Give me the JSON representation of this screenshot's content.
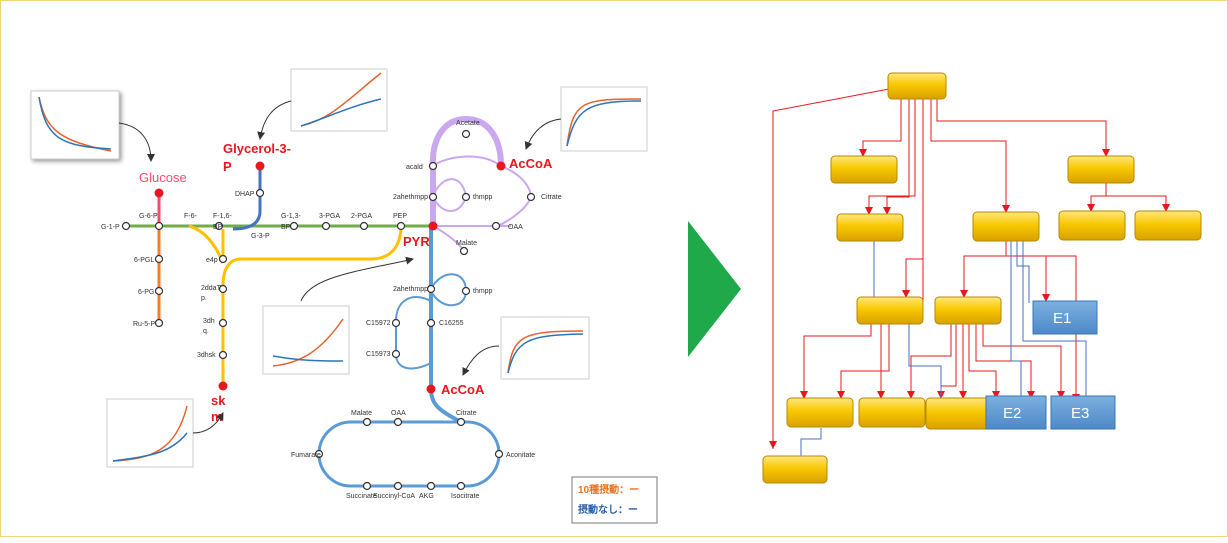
{
  "pathway": {
    "glucose": "Glucose",
    "glycerol_line1": "Glycerol-3-",
    "glycerol_line2": "P",
    "pyr": "PYR",
    "accoa_top": "AcCoA",
    "accoa_bottom": "AcCoA",
    "skm_line1": "sk",
    "skm_line2": "m",
    "nodes": [
      {
        "label": "G-1-P"
      },
      {
        "label": "G-6-P"
      },
      {
        "label": "F-6-"
      },
      {
        "label": "F-1,6-"
      },
      {
        "label": "BP"
      },
      {
        "label": "G-3-P"
      },
      {
        "label": "G-1,3-"
      },
      {
        "label": "BP"
      },
      {
        "label": "3-PGA"
      },
      {
        "label": "2-PGA"
      },
      {
        "label": "PEP"
      },
      {
        "label": "DHAP"
      },
      {
        "label": "6-PGL"
      },
      {
        "label": "6-PG"
      },
      {
        "label": "Ru-5-P"
      },
      {
        "label": "e4p"
      },
      {
        "label": "2ddaT"
      },
      {
        "label": "p."
      },
      {
        "label": "3dh"
      },
      {
        "label": "q."
      },
      {
        "label": "3dhsk"
      },
      {
        "label": "Acetate"
      },
      {
        "label": "acald"
      },
      {
        "label": "2ahethmpp"
      },
      {
        "label": "thmpp"
      },
      {
        "label": "Citrate"
      },
      {
        "label": "OAA"
      },
      {
        "label": "Malate"
      },
      {
        "label": "2ahethmpp"
      },
      {
        "label": "thmpp"
      },
      {
        "label": "C15972"
      },
      {
        "label": "C16255"
      },
      {
        "label": "C15973"
      },
      {
        "label": "Malate"
      },
      {
        "label": "OAA"
      },
      {
        "label": "Citrate"
      },
      {
        "label": "Fumarate"
      },
      {
        "label": "Aconitate"
      },
      {
        "label": "Succinate"
      },
      {
        "label": "Succinyl-CoA"
      },
      {
        "label": "AKG"
      },
      {
        "label": "Isocitrate"
      }
    ]
  },
  "legend": {
    "perturbed": "10種摂動：ー",
    "unperturbed": "摂動なし：ー"
  },
  "hierarchy": {
    "e1": "E1",
    "e2": "E2",
    "e3": "E3"
  },
  "colors": {
    "glycolysis": "#70ad47",
    "ppp": "#ed7d31",
    "shikimate": "#ffc000",
    "tca": "#5b9bd5",
    "acetate": "#c9a8ef",
    "highlight": "#e8171f",
    "arrow": "#1fa94a",
    "node_gold": "#f8c800",
    "effector_blue": "#5b9bd5"
  }
}
